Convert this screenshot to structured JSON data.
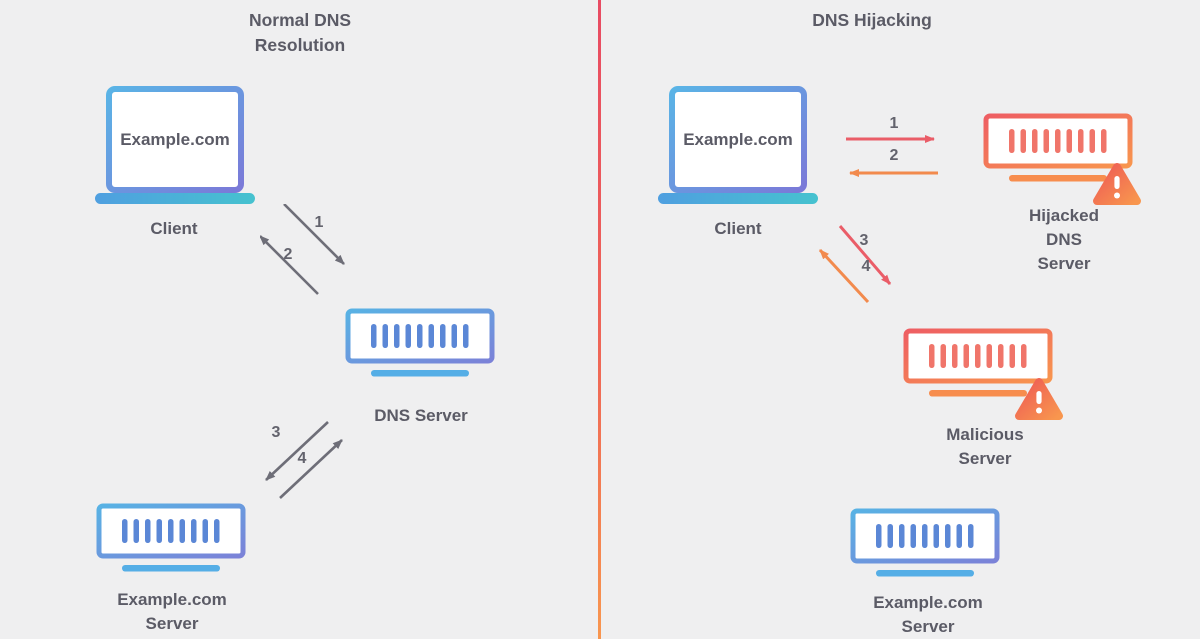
{
  "colors": {
    "background": "#efeff0",
    "text": "#5b5b66",
    "divider_top": "#e84b63",
    "divider_bottom": "#f8964f",
    "blue_accent": "#58b2e4",
    "purple_accent": "#7b79d8",
    "teal_accent": "#46c2cf",
    "red_accent": "#ee5e63",
    "orange_accent": "#f28a4d",
    "arrow_gray": "#6e6e78"
  },
  "left_panel": {
    "title": "Normal DNS Resolution",
    "client": {
      "screen_text": "Example.com",
      "label": "Client"
    },
    "dns_server_label": "DNS Server",
    "example_server_label": "Example.com Server",
    "arrow_1": "1",
    "arrow_2": "2",
    "arrow_3": "3",
    "arrow_4": "4"
  },
  "right_panel": {
    "title": "DNS Hijacking",
    "client": {
      "screen_text": "Example.com",
      "label": "Client"
    },
    "hijacked_server_label": "Hijacked DNS Server",
    "malicious_server_label": "Malicious Server",
    "example_server_label": "Example.com Server",
    "arrow_1": "1",
    "arrow_2": "2",
    "arrow_3": "3",
    "arrow_4": "4"
  }
}
